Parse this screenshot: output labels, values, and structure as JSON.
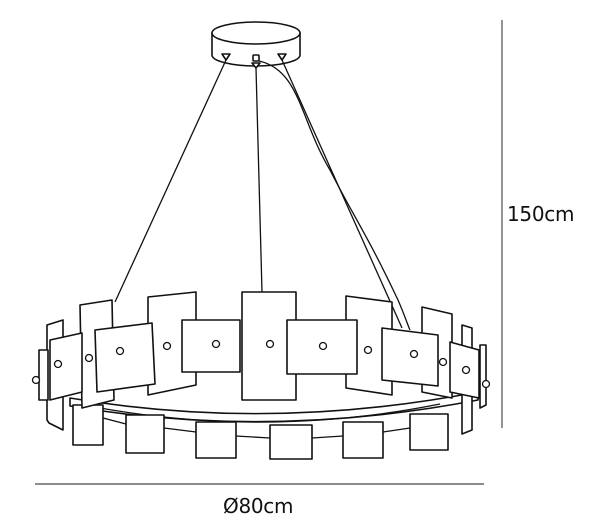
{
  "drawing": {
    "subject": "Round pendant chandelier with rectangular panel ring",
    "line_color": "#111111",
    "dimension_line_color": "#666666",
    "background": "#ffffff"
  },
  "dimensions": {
    "height": {
      "value": 150,
      "unit": "cm",
      "label": "150cm"
    },
    "diameter": {
      "value": 80,
      "unit": "cm",
      "label": "Ø80cm"
    }
  }
}
